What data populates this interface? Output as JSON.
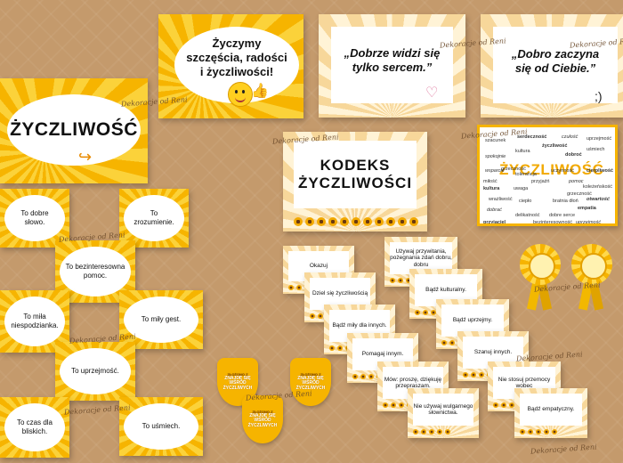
{
  "watermark": "Dekoracje od Reni",
  "main_card": {
    "title": "ŻYCZLIWOŚĆ"
  },
  "wish_card": {
    "text": "Życzymy szczęścia, radości i życzliwości!"
  },
  "quote1": {
    "text": "„Dobrze widzi się tylko sercem.”"
  },
  "quote2": {
    "text": "„Dobro zaczyna się od Ciebie.”"
  },
  "kodeks": {
    "line1": "KODEKS",
    "line2": "ŻYCZLIWOŚCI"
  },
  "word_cloud": {
    "title": "ŻYCZLIWOŚĆ",
    "words": [
      "serdeczność",
      "czułość",
      "uprzejmość",
      "szacunek",
      "życzliwość",
      "uśmiech",
      "spokojnie",
      "kultura",
      "dobroć",
      "miłość",
      "przyjaźń",
      "pomoc",
      "kultura",
      "uwaga",
      "grzeczność",
      "koleżeńskość",
      "otwartość",
      "wrażliwość",
      "ciepło",
      "bratnia dłoń",
      "empatia",
      "dobrać",
      "delikatność",
      "dobre serce",
      "przyjaciel",
      "bezinteresowność",
      "uprzejmość",
      "grzeczność",
      "cierpliwość",
      "uczynność",
      "tolerancja",
      "wsparcie"
    ]
  },
  "phrase_cards": [
    "To dobre słowo.",
    "To zrozumienie.",
    "To bezinteresowna pomoc.",
    "To miła niespodzianka.",
    "To miły gest.",
    "To uprzejmość.",
    "To czas dla bliskich.",
    "To uśmiech."
  ],
  "rule_cards": [
    "Okazuj",
    "Używaj przywitania, pożegnania zdań dobru, dobru",
    "Dziel się życzliwością",
    "Bądź kulturalny.",
    "Bądź miły dla innych.",
    "Bądź uprzejmy.",
    "Pomagaj innym.",
    "Szanuj innych.",
    "Mów: proszę, dziękuję przepraszam.",
    "Nie stosuj przemocy wobec",
    "Nie używaj wulgarnego słownictwa.",
    "Bądź empatyczny."
  ],
  "badges": [
    {
      "line1": "ZŁOŻONO Z",
      "line2": "ZNAJDĘ SIĘ",
      "line3": "WŚRÓD",
      "line4": "ŻYCZLIWYCH"
    },
    {
      "line1": "ZŁOŻONO Z",
      "line2": "ZNAJDĘ SIĘ",
      "line3": "WŚRÓD",
      "line4": "ŻYCZLIWYCH"
    },
    {
      "line1": "ZŁOŻONO Z",
      "line2": "ZNAJDĘ SIĘ",
      "line3": "WŚRÓD",
      "line4": "ŻYCZLIWYCH"
    }
  ],
  "colors": {
    "sun": "#f6b400",
    "sun_light": "#fbd23a",
    "board": "#c49a6c",
    "heart": "#e07aa0"
  }
}
